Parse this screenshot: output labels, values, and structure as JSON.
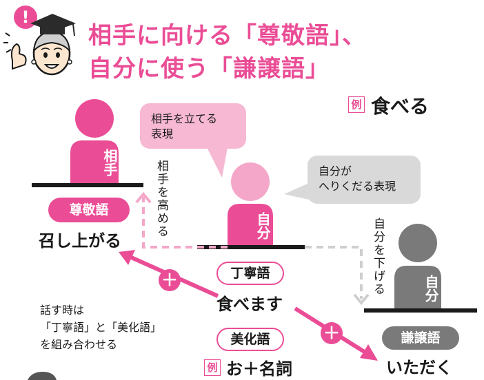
{
  "title": {
    "line1": "相手に向ける「尊敬語」、",
    "line2": "自分に使う「謙譲語」"
  },
  "header_icon": {
    "exclamation": "!"
  },
  "example": {
    "mark": "例",
    "word": "食べる"
  },
  "bubbles": {
    "aite": "相手を立てる\n表現",
    "jibun": "自分が\nへりくだる表現"
  },
  "figures": {
    "aite_label": "相手",
    "jibun_center_label": "自分",
    "jibun_right_label": "自分"
  },
  "vertical_labels": {
    "raise": "相手を高める",
    "lower": "自分を下げる"
  },
  "sonkeigo": {
    "badge": "尊敬語",
    "word": "召し上がる"
  },
  "teineigo": {
    "badge": "丁寧語",
    "word": "食べます"
  },
  "bikago": {
    "badge": "美化語",
    "example_mark": "例",
    "example_text": "お＋名詞"
  },
  "kenjougo": {
    "badge": "謙譲語",
    "word": "いただく"
  },
  "note": "話す時は\n「丁寧語」と「美化語」\nを組み合わせる",
  "plus": "＋",
  "colors": {
    "pink": "#ea4d96",
    "pink_light": "#f4a7c9",
    "gray": "#7a7a7a",
    "gray_light": "#d9d9d9",
    "dark": "#1a1a1a"
  }
}
